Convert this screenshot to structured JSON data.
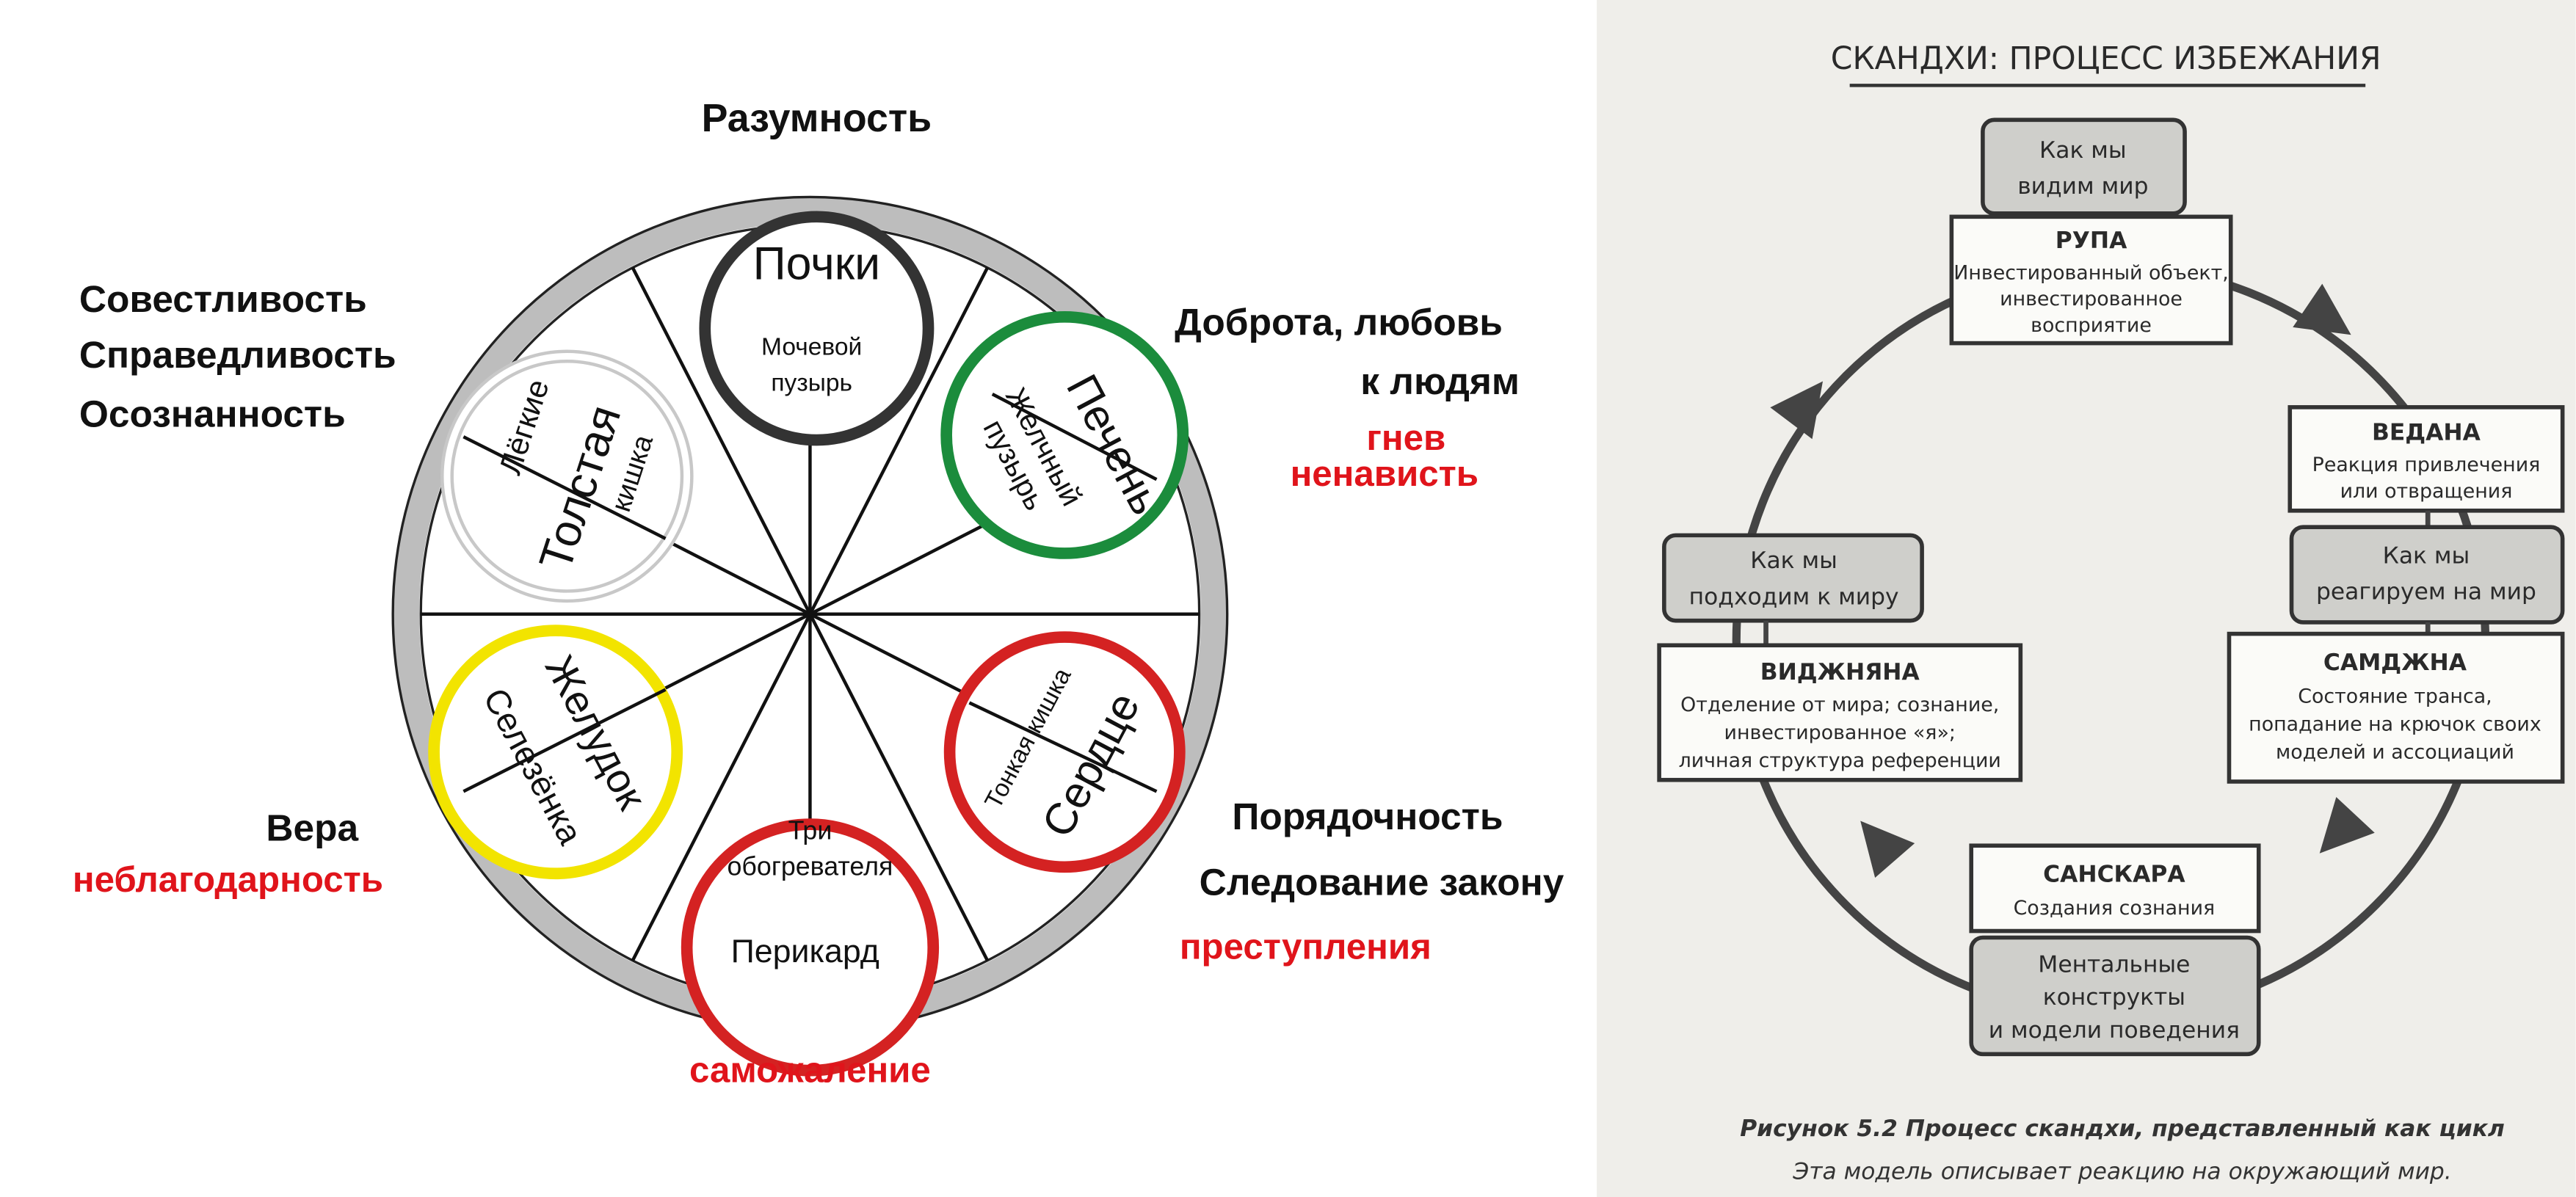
{
  "left_wheel": {
    "top_label": "Разумность",
    "left_top_labels": [
      "Совестливость",
      "Справедливость",
      "Осознанность"
    ],
    "right_top_labels": [
      "Доброта, любовь",
      "к людям"
    ],
    "right_top_negative": [
      "гнев",
      "ненависть"
    ],
    "left_bottom_label": "Вера",
    "left_bottom_negative": "неблагодарность",
    "right_bottom_labels": [
      "Порядочность",
      "Следование закону"
    ],
    "right_bottom_negative": "преступления",
    "bottom_negative": "саможаление",
    "organs": {
      "kidneys": {
        "main": "Почки",
        "sub": [
          "Мочевой",
          "пузырь"
        ]
      },
      "liver": {
        "main": "Печень",
        "sub": [
          "Желчный",
          "пузырь"
        ]
      },
      "lungs": {
        "main": "Толстая",
        "sub": "кишка",
        "other": "Лёгкие"
      },
      "stomach": {
        "main": "Желудок",
        "other": "Селезёнка"
      },
      "heart": {
        "main": "Сердце",
        "other": "Тонкая кишка"
      },
      "pericardium": {
        "top": [
          "Три",
          "обогревателя"
        ],
        "main": "Перикард"
      }
    },
    "colors": {
      "kidneys": "#333333",
      "liver": "#1b8c3c",
      "lungs": "#c8c8c8",
      "stomach": "#f2e400",
      "heart": "#d42222",
      "pericardium": "#d42222",
      "ring": "#bdbdbd",
      "negative": "#e0141b"
    }
  },
  "right_diagram": {
    "title": "СКАНДХИ: ПРОЦЕСС ИЗБЕЖАНИЯ",
    "rupa": {
      "see": [
        "Как мы",
        "видим мир"
      ],
      "name": "РУПА",
      "desc": [
        "Инвестированный объект,",
        "инвестированное",
        "восприятие"
      ]
    },
    "vedana": {
      "name": "ВЕДАНА",
      "desc": [
        "Реакция привлечения",
        "или отвращения"
      ],
      "react": [
        "Как мы",
        "реагируем на мир"
      ]
    },
    "samjna": {
      "name": "САМДЖНА",
      "desc": [
        "Состояние транса,",
        "попадание на крючок своих",
        "моделей и ассоциаций"
      ]
    },
    "sanskara": {
      "name": "САНСКАРА",
      "desc": "Создания сознания",
      "constructs": [
        "Ментальные",
        "конструкты",
        "и модели поведения"
      ]
    },
    "vijnana": {
      "approach": [
        "Как мы",
        "подходим к миру"
      ],
      "name": "ВИДЖНЯНА",
      "desc": [
        "Отделение от мира; сознание,",
        "инвестированное «я»;",
        "личная структура референции"
      ]
    },
    "caption": "Рисунок 5.2 Процесс скандхи, представленный как цикл",
    "subcaption": "Эта модель описывает реакцию на окружающий мир."
  }
}
